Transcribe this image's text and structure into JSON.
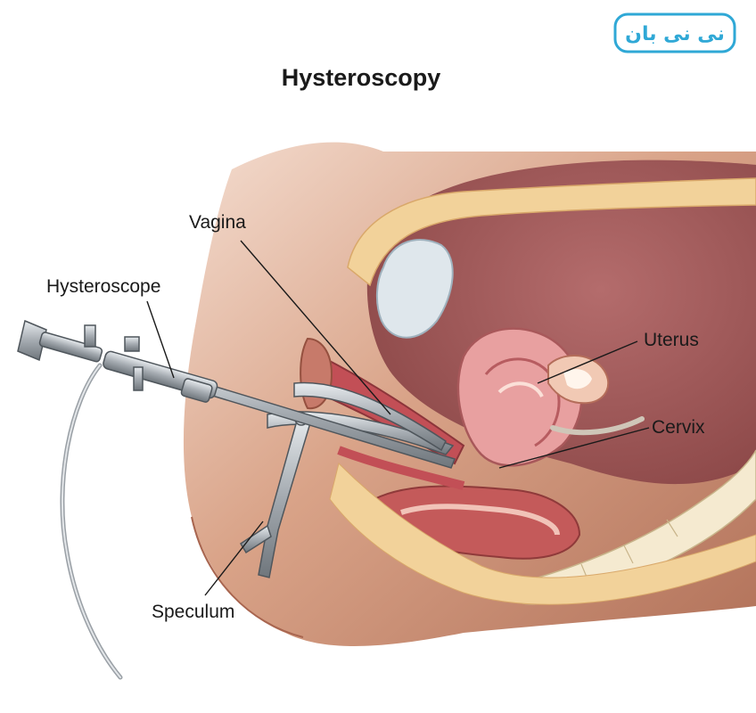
{
  "title": "Hysteroscopy",
  "labels": {
    "vagina": "Vagina",
    "hysteroscope": "Hysteroscope",
    "uterus": "Uterus",
    "cervix": "Cervix",
    "speculum": "Speculum"
  },
  "watermark": {
    "text": "نی نی بان",
    "color": "#2fa8d6"
  },
  "colors": {
    "skin": "#c88a6c",
    "fat": "#f3d6a0",
    "tissue": "#c95a5e",
    "metal": "#9aa0a6"
  }
}
